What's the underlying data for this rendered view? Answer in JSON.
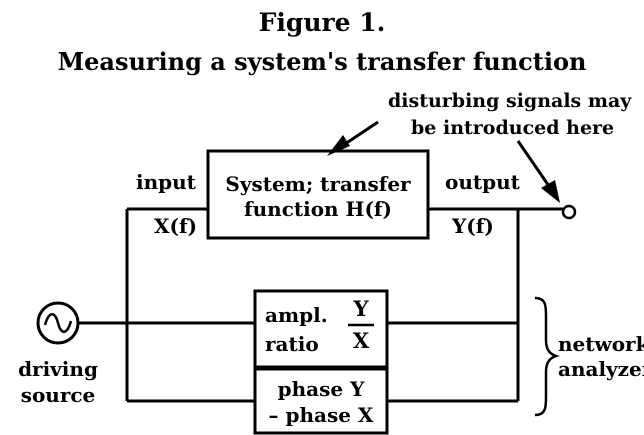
{
  "figure": {
    "label": "Figure 1.",
    "title": "Measuring a system's transfer function"
  },
  "annotation": {
    "line1": "disturbing signals may",
    "line2": "be introduced here"
  },
  "system_box": {
    "line1": "System; transfer",
    "line2": "function H(f)"
  },
  "labels": {
    "input": "input",
    "output": "output",
    "x_f": "X(f)",
    "y_f": "Y(f)",
    "driving_source_line1": "driving",
    "driving_source_line2": "source",
    "network_analyzer_line1": "network",
    "network_analyzer_line2": "analyzer"
  },
  "amplitude_box": {
    "label_line1": "ampl.",
    "label_line2": "ratio",
    "numerator": "Y",
    "denominator": "X"
  },
  "phase_box": {
    "line1": "phase Y",
    "line2": "– phase X"
  },
  "colors": {
    "ink": "#000000",
    "paper": "#ffffff"
  }
}
